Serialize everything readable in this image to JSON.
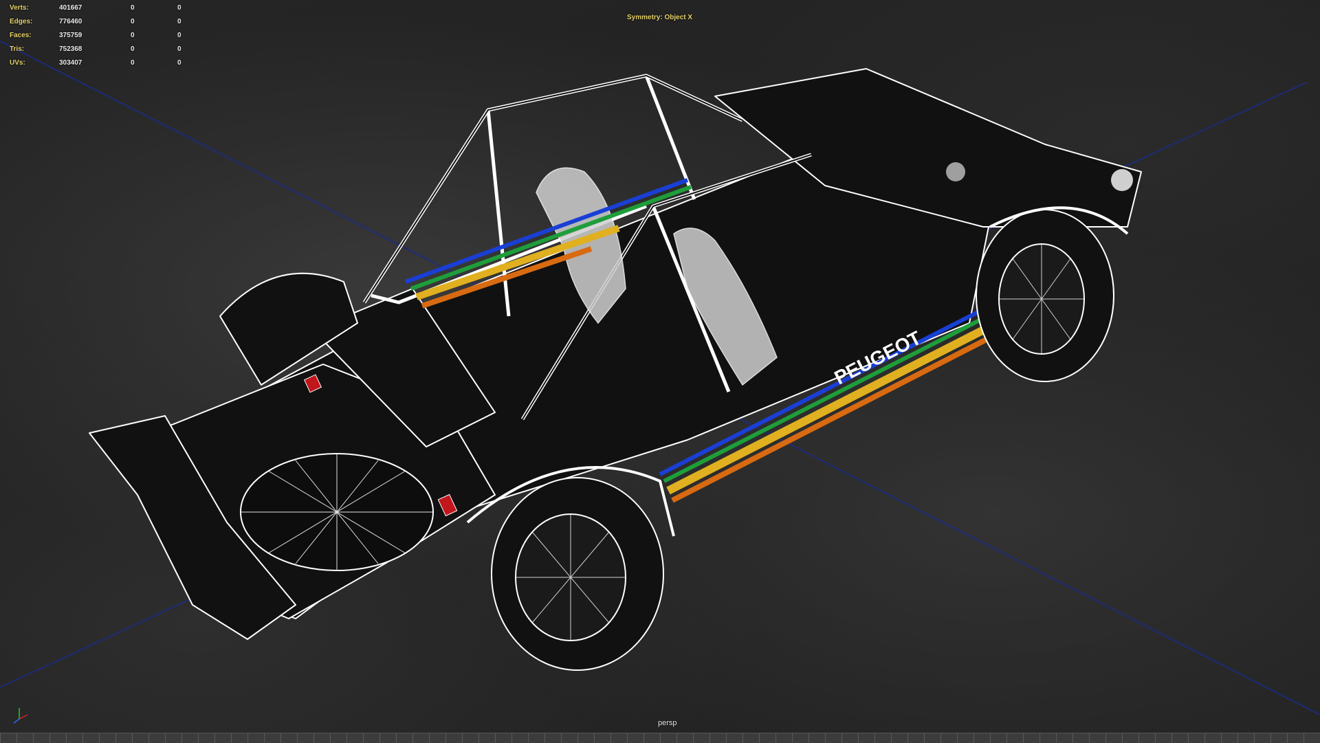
{
  "hud": {
    "rows": [
      {
        "label": "Verts:",
        "value": "401667",
        "c1": "0",
        "c2": "0"
      },
      {
        "label": "Edges:",
        "value": "776460",
        "c1": "0",
        "c2": "0"
      },
      {
        "label": "Faces:",
        "value": "375759",
        "c1": "0",
        "c2": "0"
      },
      {
        "label": "Tris:",
        "value": "752368",
        "c1": "0",
        "c2": "0"
      },
      {
        "label": "UVs:",
        "value": "303407",
        "c1": "0",
        "c2": "0"
      }
    ]
  },
  "symmetry": "Symmetry: Object X",
  "camera": "persp",
  "livery_text": "PEUGEOT",
  "colors": {
    "hud_label": "#e6d36a",
    "wire": "#ffffff",
    "body_fill": "#111111",
    "stripe_blue": "#1a3fd6",
    "stripe_green": "#1e9e3a",
    "stripe_yellow": "#e0b020",
    "stripe_orange": "#d86a12",
    "grid_line": "#1c2b8a",
    "tail_light": "#c0161c"
  },
  "icons": {
    "axis_gizmo": "xyz-axis-icon"
  }
}
